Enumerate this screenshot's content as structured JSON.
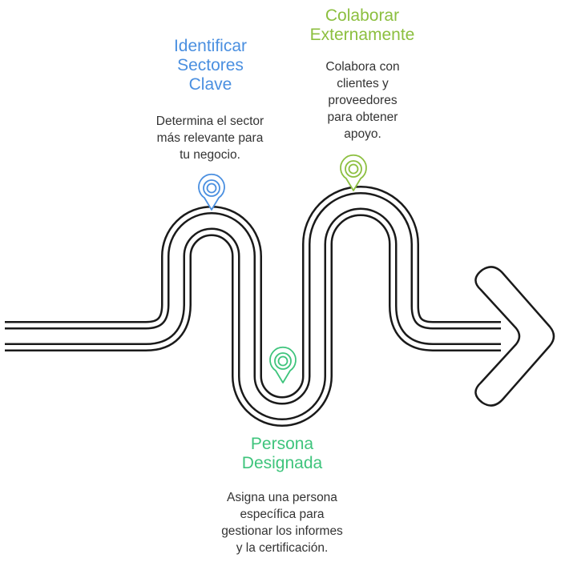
{
  "colors": {
    "blue": "#4a8fe0",
    "teal": "#3ec47c",
    "lime": "#8cbf3f",
    "road_outline": "#1a1a1a",
    "text": "#333333"
  },
  "steps": [
    {
      "title_lines": [
        "Identificar",
        "Sectores",
        "Clave"
      ],
      "description_lines": [
        "Determina el sector",
        "más relevante para",
        "tu negocio."
      ],
      "color": "#4a8fe0",
      "icon": "location-pin-icon"
    },
    {
      "title_lines": [
        "Persona",
        "Designada"
      ],
      "description_lines": [
        "Asigna una persona",
        "específica para",
        "gestionar los informes",
        "y la certificación."
      ],
      "color": "#3ec47c",
      "icon": "location-pin-icon"
    },
    {
      "title_lines": [
        "Colaborar",
        "Externamente"
      ],
      "description_lines": [
        "Colabora con",
        "clientes y",
        "proveedores",
        "para obtener",
        "apoyo."
      ],
      "color": "#8cbf3f",
      "icon": "location-pin-icon"
    }
  ]
}
